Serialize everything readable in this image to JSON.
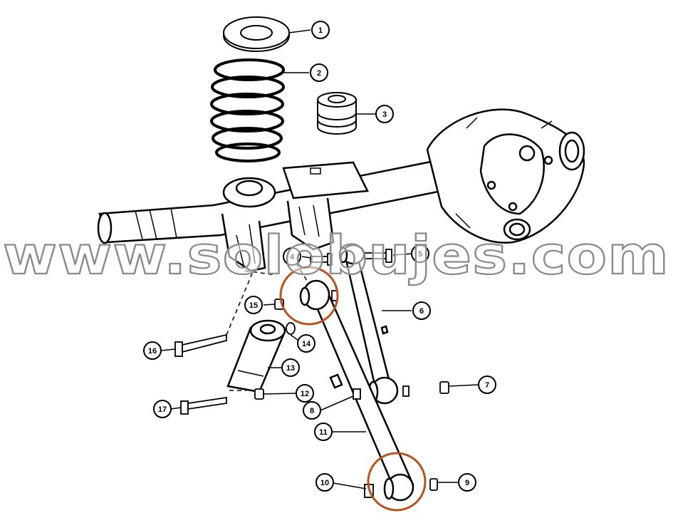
{
  "watermark": {
    "text": "www.solobujes.com"
  },
  "callouts": [
    {
      "id": "c1",
      "label": "1"
    },
    {
      "id": "c2",
      "label": "2"
    },
    {
      "id": "c3",
      "label": "3"
    },
    {
      "id": "c4",
      "label": "4"
    },
    {
      "id": "c5",
      "label": "5"
    },
    {
      "id": "c6",
      "label": "6"
    },
    {
      "id": "c7",
      "label": "7"
    },
    {
      "id": "c8",
      "label": "8"
    },
    {
      "id": "c9",
      "label": "9"
    },
    {
      "id": "c10",
      "label": "10"
    },
    {
      "id": "c11",
      "label": "11"
    },
    {
      "id": "c12",
      "label": "12"
    },
    {
      "id": "c13",
      "label": "13"
    },
    {
      "id": "c14",
      "label": "14"
    },
    {
      "id": "c15",
      "label": "15"
    },
    {
      "id": "c16",
      "label": "16"
    },
    {
      "id": "c17",
      "label": "17"
    }
  ],
  "colors": {
    "line": "#000000",
    "highlight": "#b5541e",
    "watermark_fill": "#ffffff",
    "watermark_stroke": "#8a8a8a"
  }
}
